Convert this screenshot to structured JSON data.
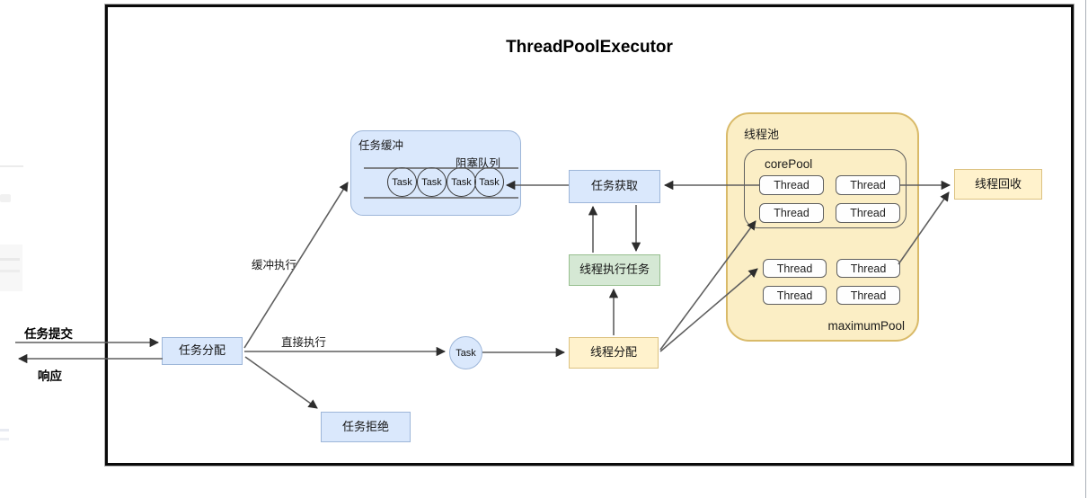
{
  "title": "ThreadPoolExecutor",
  "io": {
    "submit": "任务提交",
    "response": "响应"
  },
  "nodes": {
    "task_dispatch": "任务分配",
    "task_reject": "任务拒绝",
    "task_fetch": "任务获取",
    "thread_execute": "线程执行任务",
    "thread_dispatch": "线程分配",
    "thread_recycle": "线程回收",
    "direct_task": "Task"
  },
  "buffer": {
    "label": "任务缓冲",
    "queue_label": "阻塞队列",
    "tasks": [
      "Task",
      "Task",
      "Task",
      "Task"
    ]
  },
  "pool": {
    "label": "线程池",
    "core_label": "corePool",
    "max_label": "maximumPool",
    "core_threads": [
      "Thread",
      "Thread",
      "Thread",
      "Thread"
    ],
    "max_threads": [
      "Thread",
      "Thread",
      "Thread",
      "Thread"
    ]
  },
  "edges": {
    "buffered_execution": "缓冲执行",
    "direct_execution": "直接执行"
  },
  "colors": {
    "blue_fill": "#dae8fc",
    "blue_border": "#9db6d9",
    "green_fill": "#d5e8d4",
    "green_border": "#97bf8f",
    "yellow_fill": "#fff2cc",
    "yellow_border": "#dcc281",
    "pool_fill": "#fbeec5",
    "pool_border": "#d9ba69",
    "outer_border": "#0a0a0a",
    "line": "#5f5f5f"
  }
}
